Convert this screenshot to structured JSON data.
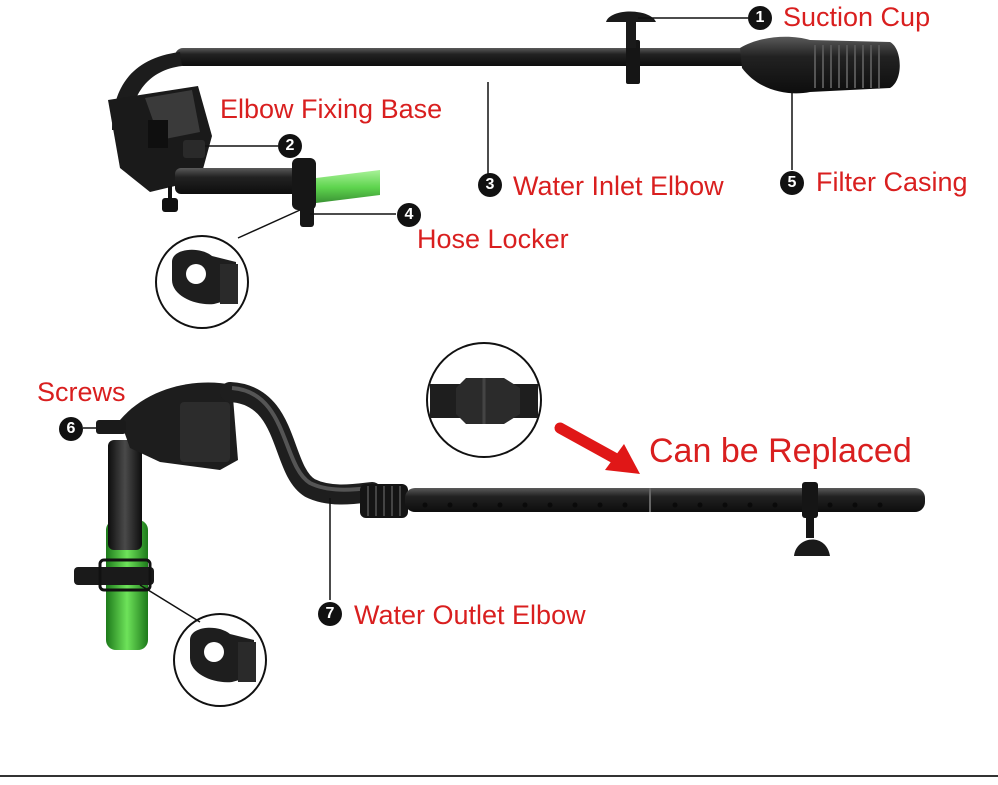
{
  "colors": {
    "label": "#d91f1f",
    "part": "#1b1b1b",
    "hose": "#4ccf3a",
    "arrow": "#e01717",
    "badge": "#111111"
  },
  "labels": {
    "suction_cup": "Suction Cup",
    "elbow_fixing_base": "Elbow Fixing Base",
    "water_inlet_elbow": "Water Inlet Elbow",
    "filter_casing": "Filter Casing",
    "hose_locker": "Hose Locker",
    "screws": "Screws",
    "can_be_replaced": "Can be Replaced",
    "water_outlet_elbow": "Water Outlet Elbow"
  },
  "badges": {
    "b1": "1",
    "b2": "2",
    "b3": "3",
    "b4": "4",
    "b5": "5",
    "b6": "6",
    "b7": "7"
  },
  "icons": [
    "inlet-elbow-pipe-icon",
    "outlet-elbow-pipe-icon",
    "hose-locker-clip-icon",
    "suction-cup-icon",
    "replace-arrow-icon"
  ]
}
